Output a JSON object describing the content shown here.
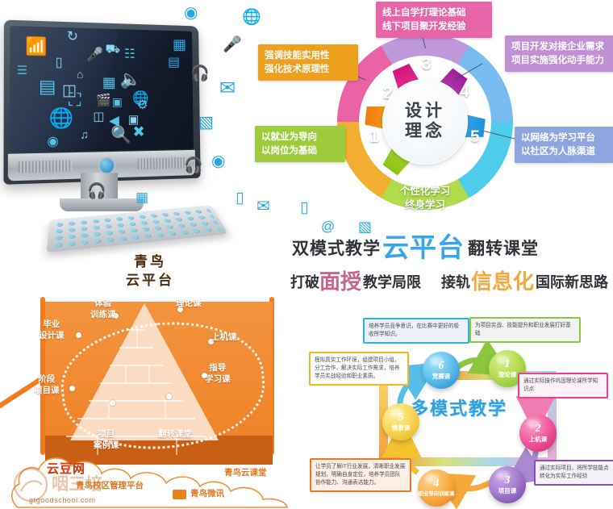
{
  "wheel": {
    "center_line1": "设计",
    "center_line2": "理念",
    "bottom_line1": "个性化学习",
    "bottom_line2": "终身学习",
    "segments": [
      {
        "num": "1",
        "color": "#a8d93c"
      },
      {
        "num": "2",
        "color": "#f0a81e"
      },
      {
        "num": "3",
        "color": "#e8569f"
      },
      {
        "num": "4",
        "color": "#b98fd6"
      },
      {
        "num": "5",
        "color": "#6cb6ef"
      }
    ],
    "callouts": [
      {
        "id": "callout-1",
        "line1": "以就业为导向",
        "line2": "以岗位为基础",
        "color": "#9ecb3c"
      },
      {
        "id": "callout-2",
        "line1": "强调技能实用性",
        "line2": "强化技术原理性",
        "color": "#eda01e"
      },
      {
        "id": "callout-3",
        "line1": "线上自学打理论基础",
        "line2": "线下项目聚开发经验",
        "color": "#e864a8"
      },
      {
        "id": "callout-4",
        "line1": "项目开发对接企业需求",
        "line2": "项目实施强化动手能力",
        "color": "#c08fd4"
      },
      {
        "id": "callout-5",
        "line1": "以网络为学习平台",
        "line2": "以社区为人脉渠道",
        "color": "#8fa5e0"
      }
    ]
  },
  "slogan": {
    "row1": [
      {
        "text": "双模式教学",
        "style": "dark",
        "size": 21
      },
      {
        "text": "云平台",
        "style": "blue",
        "size": 31
      },
      {
        "text": "翻转课堂",
        "style": "dark",
        "size": 21
      }
    ],
    "row2": [
      {
        "text": "打破",
        "style": "dark",
        "size": 18
      },
      {
        "text": "面授",
        "style": "rose",
        "size": 25
      },
      {
        "text": "教学局限",
        "style": "dark",
        "size": 18
      },
      {
        "text": "接轨",
        "style": "dark",
        "size": 18
      },
      {
        "text": "信息化",
        "style": "amber",
        "size": 25
      },
      {
        "text": "国际新思路",
        "style": "dark",
        "size": 18
      }
    ]
  },
  "house": {
    "title_line1": "青鸟",
    "title_line2": "云平台",
    "labels": [
      {
        "id": "house-label-experience",
        "line1": "体验",
        "line2": "训练课"
      },
      {
        "id": "house-label-theory",
        "line1": "理论课",
        "line2": ""
      },
      {
        "id": "house-label-graduation",
        "line1": "毕业",
        "line2": "设计课"
      },
      {
        "id": "house-label-lab",
        "line1": "上机课",
        "line2": ""
      },
      {
        "id": "house-label-guided",
        "line1": "指导",
        "line2": "学习课"
      },
      {
        "id": "house-label-stage-project",
        "line1": "阶段",
        "line2": "项目课"
      },
      {
        "id": "house-label-case",
        "line1": "项目",
        "line2": "案例课"
      },
      {
        "id": "house-label-flipped",
        "line1": "翻转课堂",
        "line2": ""
      }
    ],
    "cloud": {
      "logo": "云豆网",
      "campus_platform": "青鸟校区管理平台",
      "weixun": "青鸟微讯",
      "cloud_class": "青鸟云课堂",
      "watermark": "gtgoodschool.com"
    }
  },
  "cycle": {
    "title": "多模式教学",
    "nodes": [
      {
        "id": "cycle-node-1",
        "num": "1",
        "label": "理论课",
        "color1": "#b8dd55",
        "color2": "#7ab82a"
      },
      {
        "id": "cycle-node-2",
        "num": "2",
        "label": "上机课",
        "color1": "#f05fa0",
        "color2": "#d01c6b"
      },
      {
        "id": "cycle-node-3",
        "num": "3",
        "label": "项目课",
        "color1": "#a87fd0",
        "color2": "#6c3fa0"
      },
      {
        "id": "cycle-node-4",
        "num": "4",
        "label": "职业导向训练课",
        "color1": "#f9b14a",
        "color2": "#ea7a15"
      },
      {
        "id": "cycle-node-5",
        "num": "5",
        "label": "情景课",
        "color1": "#f7d95a",
        "color2": "#e8b01c"
      },
      {
        "id": "cycle-node-6",
        "num": "6",
        "label": "竞赛课",
        "color1": "#63c3ef",
        "color2": "#1c85c8"
      }
    ],
    "boxes": [
      {
        "id": "cycle-box-theory",
        "text": "为项目实战、技能提升和职业发展打好基础",
        "color": "#8cc63f"
      },
      {
        "id": "cycle-box-lab",
        "text": "通过实际操作巩固理论课所学知识点",
        "color": "#ef3f92"
      },
      {
        "id": "cycle-box-project",
        "text": "通过实际项目，将所学技能点转化为实际工作经验",
        "color": "#8552b8"
      },
      {
        "id": "cycle-box-career",
        "text": "让学员了解IT行业发展，清晰职业发展规划，明确自身定位，培养学员团队协作能力、沟通表达能力。",
        "color": "#ef7722"
      },
      {
        "id": "cycle-box-scenario",
        "text": "模拟真实工作环境，组建项目小组，分工合作，解决实际工作需求，培养学员实战经验和职业素质。",
        "color": "#f4b81c"
      },
      {
        "id": "cycle-box-contest",
        "text": "培养学员竞争意识，在比赛中更好的吸收所学知识。",
        "color": "#29b3e8"
      }
    ]
  }
}
